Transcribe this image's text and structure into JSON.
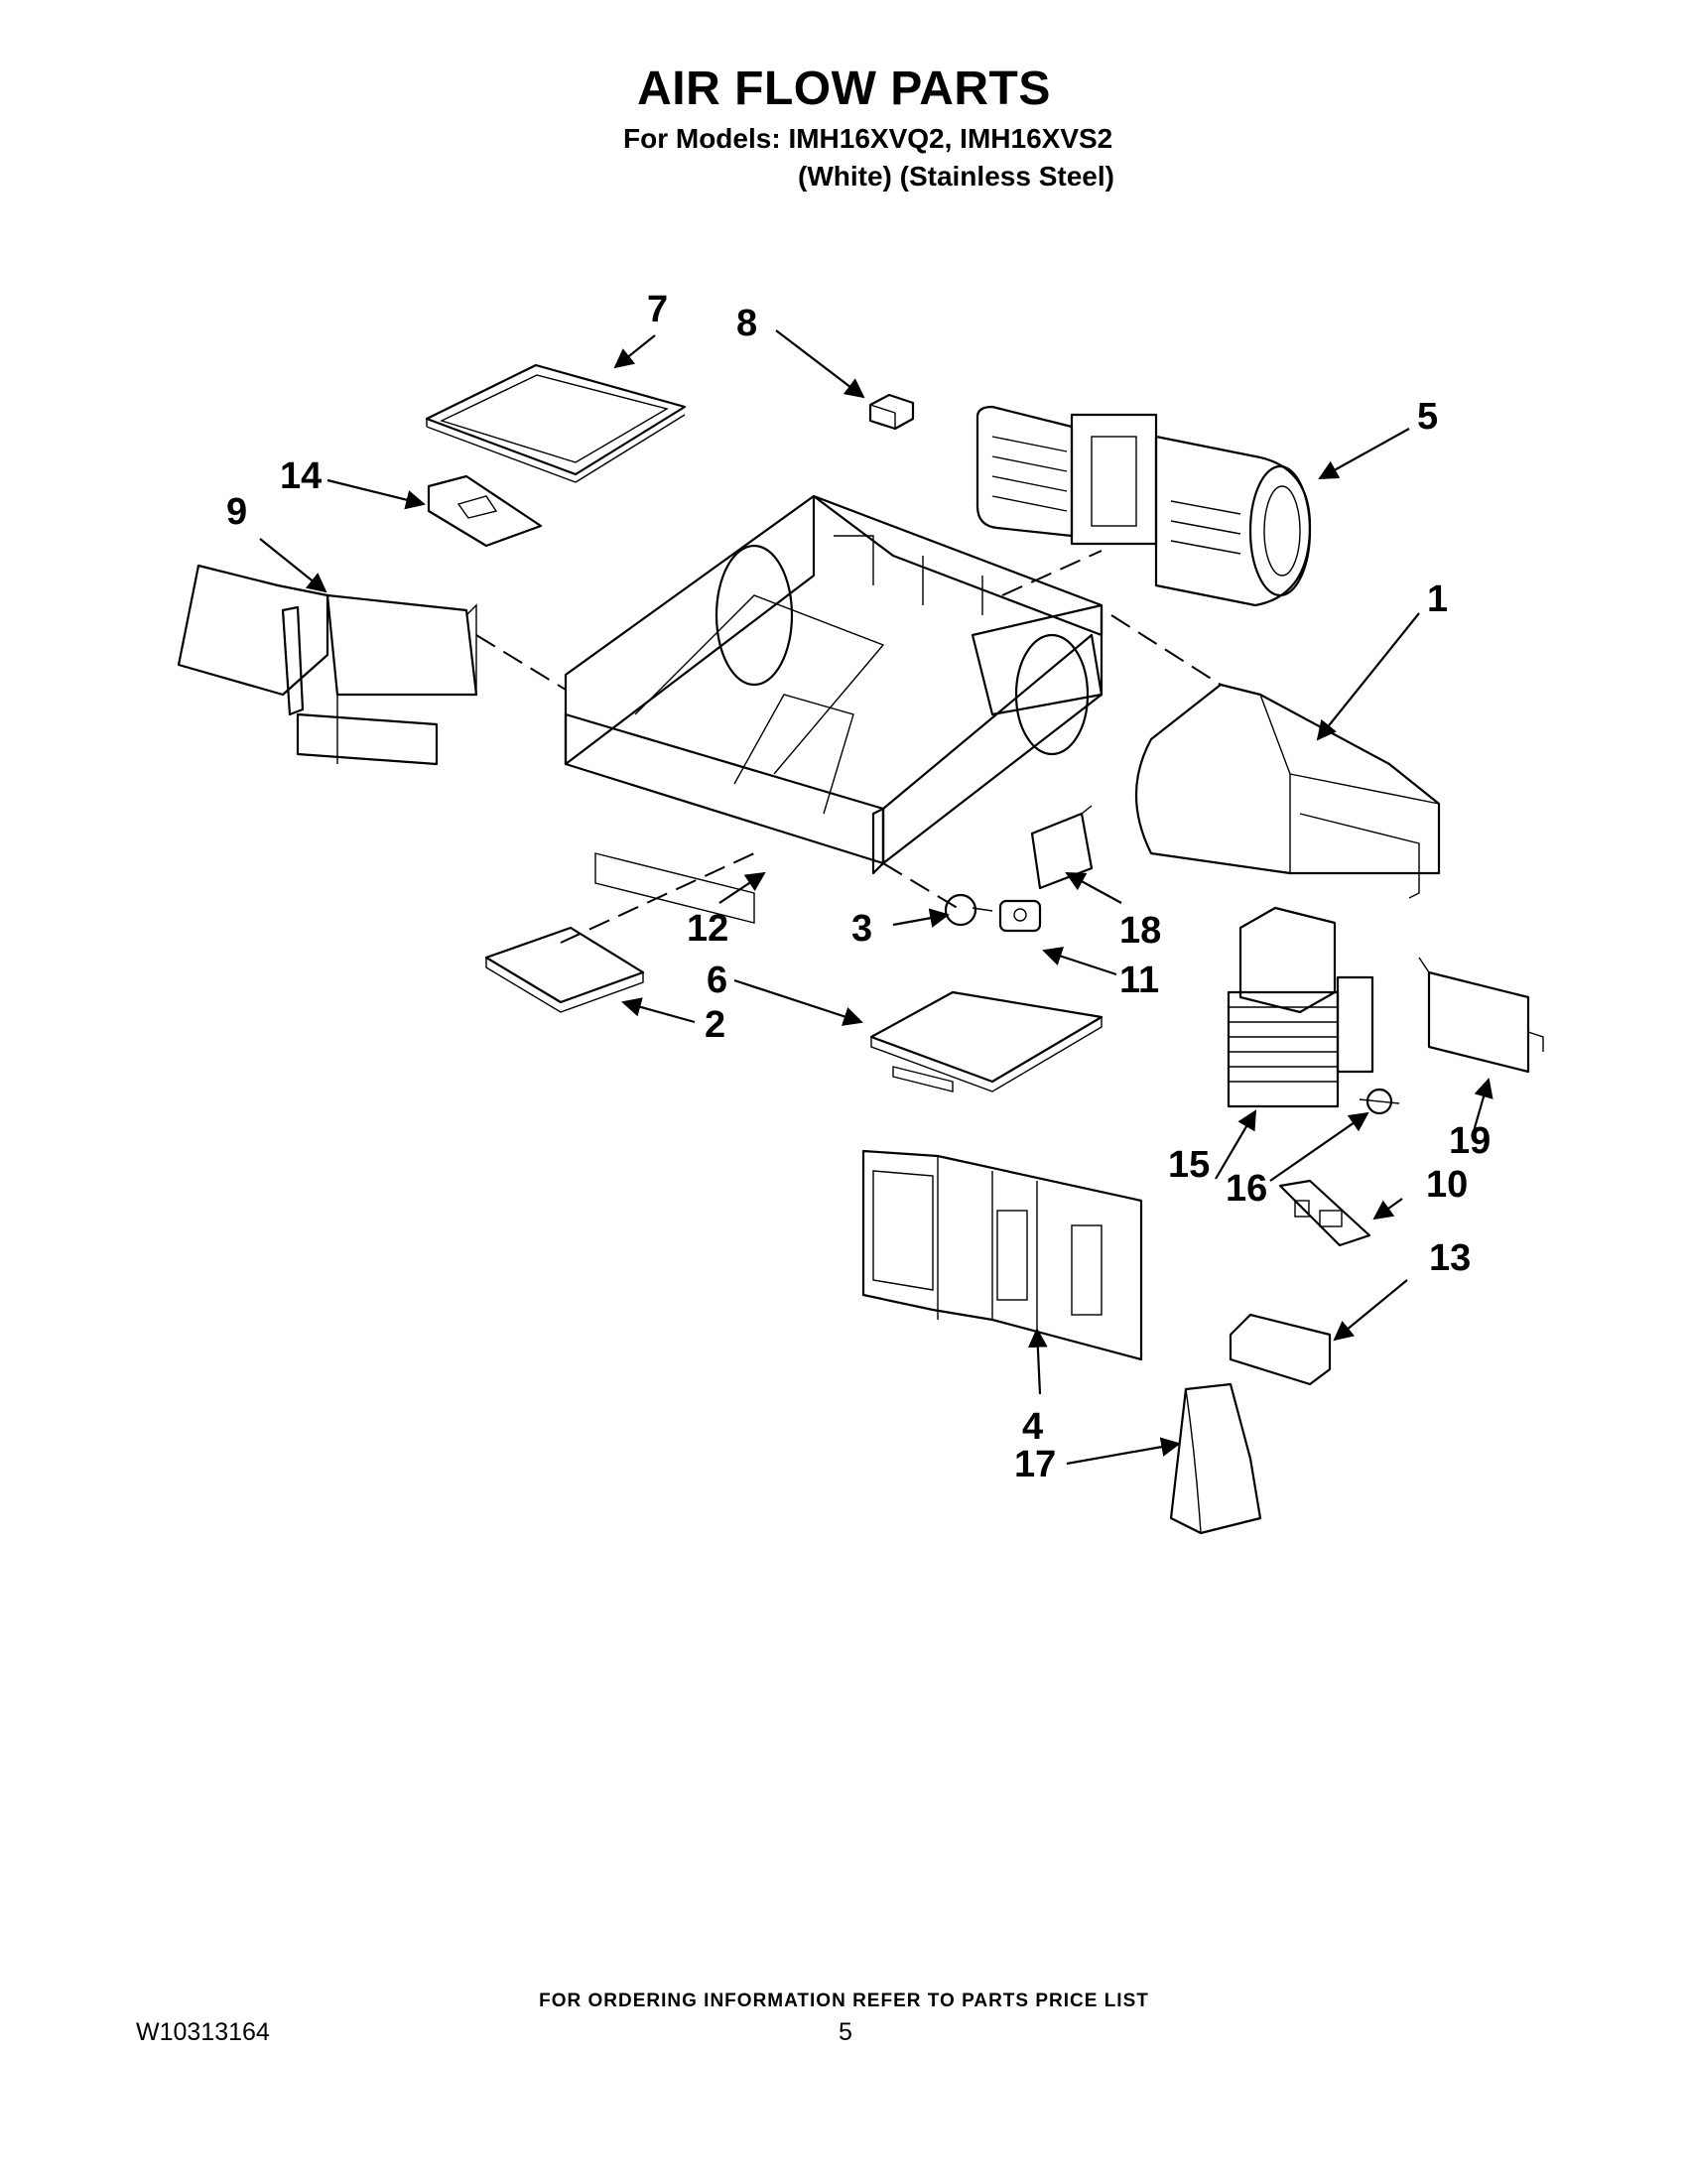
{
  "header": {
    "title": "AIR FLOW PARTS",
    "models_line": "For Models: IMH16XVQ2, IMH16XVS2",
    "variants_line": "(White)  (Stainless Steel)"
  },
  "callouts": [
    "1",
    "2",
    "3",
    "4",
    "5",
    "6",
    "7",
    "8",
    "9",
    "10",
    "11",
    "12",
    "13",
    "14",
    "15",
    "16",
    "17",
    "18",
    "19"
  ],
  "footer": {
    "ordering_note": "FOR ORDERING INFORMATION REFER TO PARTS PRICE LIST",
    "document_number": "W10313164",
    "page_number": "5"
  }
}
